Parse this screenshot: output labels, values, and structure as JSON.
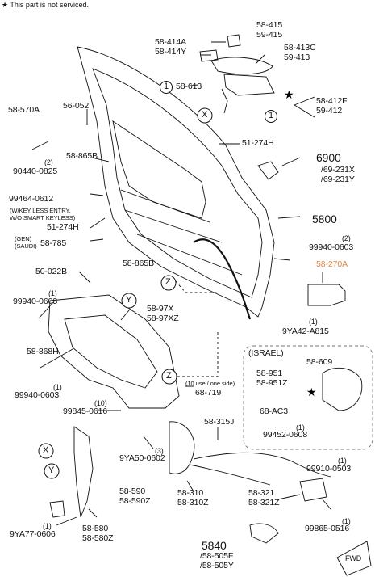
{
  "note": {
    "star": "★",
    "text": "This part is not serviced."
  },
  "labels": {
    "p58_415": "58-415\n59-415",
    "p58_414a": "58-414A\n58-414Y",
    "p58_413c": "58-413C\n59-413",
    "p58_613": "58-613",
    "p58_412f": "58-412F\n59-412",
    "p58_570a": "58-570A",
    "p56_052": "56-052",
    "p90440": "90440-0825",
    "p58_865b_1": "58-865B",
    "p99464": "99464-0612",
    "p51_274h_1": "51-274H",
    "p6900": "6900",
    "p69_231": "/69-231X\n/69-231Y",
    "p_wkey": "(W/KEY LESS ENTRY,\nW/O SMART KEYLESS)",
    "p51_274h_2": "51-274H",
    "p5800": "5800",
    "p_gen": "(GEN)\n(SAUDI)",
    "p58_785": "58-785",
    "p99940_a": "99940-0603",
    "p58_865b_2": "58-865B",
    "p58_270a": "58-270A",
    "p50_022b": "50-022B",
    "p99940_b": "99940-0603",
    "p58_97x": "58-97X\n58-97XZ",
    "p9ya42": "9YA42-A815",
    "p58_868h": "58-868H",
    "p_israel": "(ISRAEL)",
    "p58_609": "58-609",
    "p58_951": "58-951\n58-951Z",
    "p99940_c": "99940-0603",
    "p_10use": "(10 use / one side)",
    "p68_719": "68-719",
    "p99845": "99845-0616",
    "p68_ac3": "68-AC3",
    "p99452": "99452-0608",
    "p58_315j": "58-315J",
    "p9ya50": "9YA50-0602",
    "p99910": "99910-0503",
    "p58_590": "58-590\n58-590Z",
    "p58_310": "58-310\n58-310Z",
    "p58_321": "58-321\n58-321Z",
    "p58_580": "58-580\n58-580Z",
    "p9ya77": "9YA77-0606",
    "p99865": "99865-0516",
    "p5840": "5840",
    "p58_505": "/58-505F\n/58-505Y",
    "fwd": "FWD"
  },
  "qty": {
    "q1": "1",
    "q2": "(2)",
    "q3": "(1)",
    "q4": "(1)",
    "q5": "(2)",
    "q6": "(1)",
    "q7": "(1)",
    "q8": "(10)",
    "q9": "(1)",
    "q10": "(3)",
    "q11": "(1)",
    "q12": "(1)",
    "q13": "(1)"
  },
  "callouts": {
    "one": "1",
    "x": "X",
    "y": "Y",
    "z": "Z"
  },
  "colors": {
    "line": "#111111",
    "highlight": "#e8863d",
    "box": "#777777"
  }
}
